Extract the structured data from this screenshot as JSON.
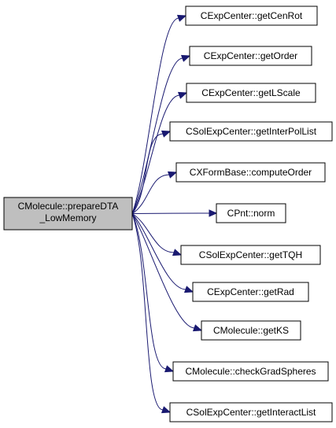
{
  "root": {
    "name": "root-node-prepare-dta-low-memory",
    "lines": [
      "CMolecule::prepareDTA",
      "_LowMemory"
    ]
  },
  "nodes": [
    {
      "name": "node-cexpcenter-getcenrot",
      "label": "CExpCenter::getCenRot"
    },
    {
      "name": "node-cexpcenter-getorder",
      "label": "CExpCenter::getOrder"
    },
    {
      "name": "node-cexpcenter-getlscale",
      "label": "CExpCenter::getLScale"
    },
    {
      "name": "node-csolexpcenter-getinterpollist",
      "label": "CSolExpCenter::getInterPolList"
    },
    {
      "name": "node-cxformbase-computeorder",
      "label": "CXFormBase::computeOrder"
    },
    {
      "name": "node-cpnt-norm",
      "label": "CPnt::norm"
    },
    {
      "name": "node-csolexpcenter-gettqh",
      "label": "CSolExpCenter::getTQH"
    },
    {
      "name": "node-cexpcenter-getrad",
      "label": "CExpCenter::getRad"
    },
    {
      "name": "node-cmolecule-getks",
      "label": "CMolecule::getKS"
    },
    {
      "name": "node-cmolecule-checkgradspheres",
      "label": "CMolecule::checkGradSpheres"
    },
    {
      "name": "node-csolexpcenter-getinteractlist",
      "label": "CSolExpCenter::getInteractList"
    }
  ],
  "colors": {
    "edge": "#191970",
    "root_fill": "#bfbfbf",
    "node_fill": "#ffffff",
    "border": "#000000"
  }
}
